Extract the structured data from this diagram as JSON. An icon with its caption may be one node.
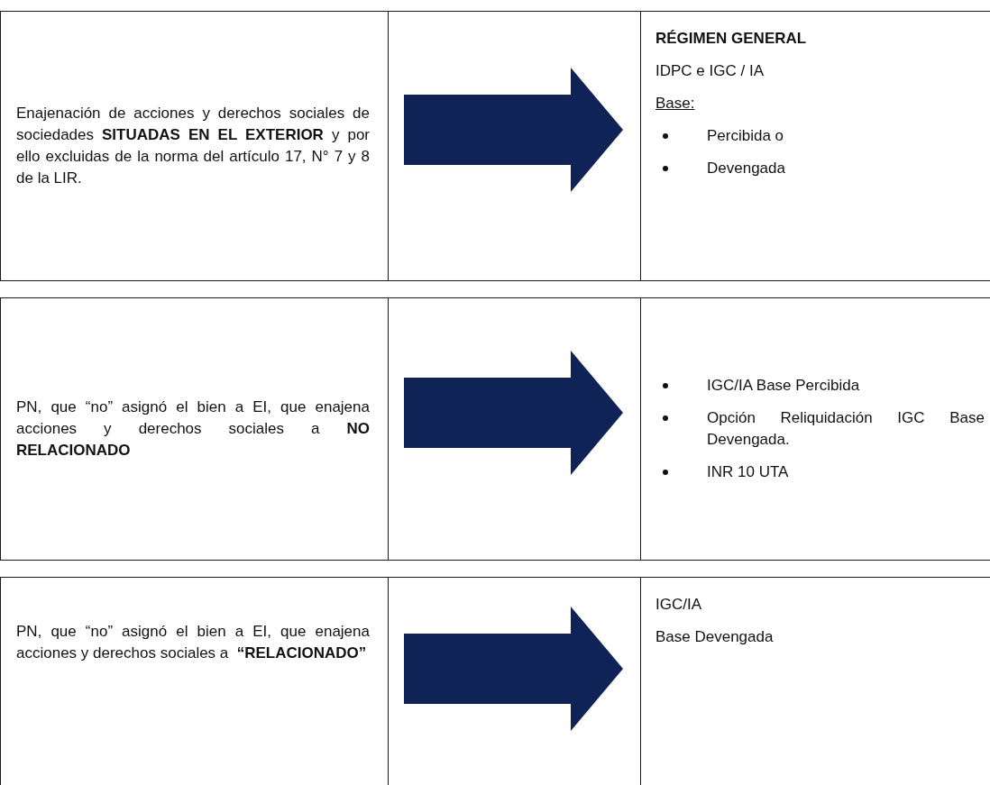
{
  "diagram": {
    "nodes": [
      {
        "text": [
          "Enajenación de acciones y derechos sociales de sociedades **SITUADAS EN EL EXTERIOR** y por ello excluidas de la norma del artículo 17, N° 7 y 8 de la LIR."
        ]
      },
      {
        "text": [
          "RÉGIMEN GENERAL",
          "IDPC e IGC / IA",
          "Base:",
          "Percibida o",
          "Devengada"
        ]
      },
      {
        "text": [
          "PN, que “no” asignó el bien a EI, que enajena acciones y derechos sociales a **NO RELACIONADO**"
        ]
      },
      {
        "text": [
          "IGC/IA Base Percibida",
          "Opción Reliquidación IGC Base Devengada.",
          "INR 10 UTA"
        ]
      },
      {
        "text": [
          "PN, que “no” asignó el bien a EI, que enajena acciones y derechos sociales a  **“RELACIONADO”**"
        ]
      },
      {
        "text": [
          "IGC/IA",
          "Base Devengada"
        ]
      }
    ],
    "edges": [
      {
        "from": 0,
        "to": 1,
        "arrow": "to",
        "style": "thick"
      },
      {
        "from": 2,
        "to": 3,
        "arrow": "to",
        "style": "thick"
      },
      {
        "from": 4,
        "to": 5,
        "arrow": "to",
        "style": "thick"
      }
    ]
  }
}
